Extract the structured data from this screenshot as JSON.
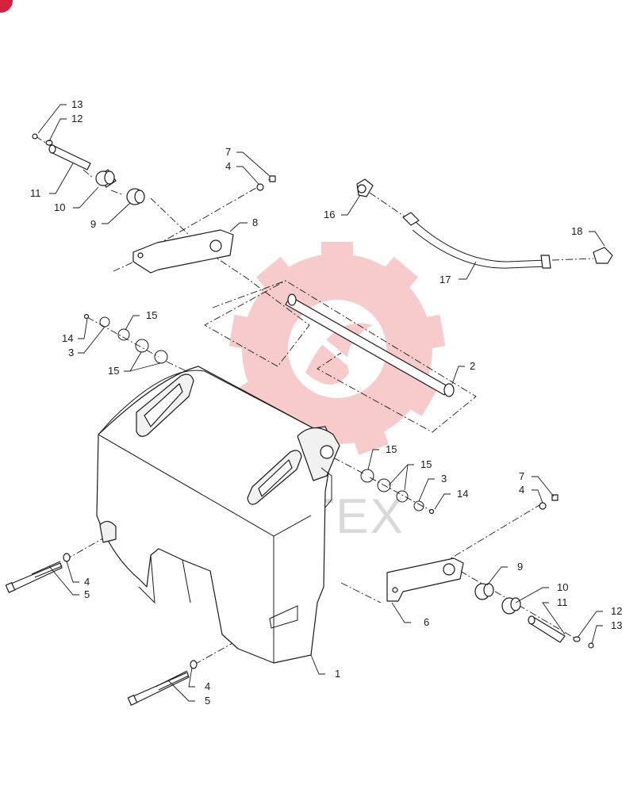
{
  "watermark": {
    "text": "ИНТЕХ",
    "gear_color": "#f6c2c4",
    "text_color": "#d9d9d9"
  },
  "colors": {
    "badge": "#d4213d",
    "line": "#1a1a1a"
  },
  "callouts": [
    {
      "id": "c13a",
      "text": "13"
    },
    {
      "id": "c12a",
      "text": "12"
    },
    {
      "id": "c11a",
      "text": "11"
    },
    {
      "id": "c10a",
      "text": "10"
    },
    {
      "id": "c9a",
      "text": "9"
    },
    {
      "id": "c7a",
      "text": "7"
    },
    {
      "id": "c4a",
      "text": "4"
    },
    {
      "id": "c8",
      "text": "8"
    },
    {
      "id": "c16",
      "text": "16"
    },
    {
      "id": "c18",
      "text": "18"
    },
    {
      "id": "c17",
      "text": "17"
    },
    {
      "id": "c2",
      "text": "2"
    },
    {
      "id": "c14a",
      "text": "14"
    },
    {
      "id": "c3a",
      "text": "3"
    },
    {
      "id": "c15a",
      "text": "15"
    },
    {
      "id": "c15b",
      "text": "15"
    },
    {
      "id": "c15c",
      "text": "15"
    },
    {
      "id": "c15d",
      "text": "15"
    },
    {
      "id": "c3b",
      "text": "3"
    },
    {
      "id": "c14b",
      "text": "14"
    },
    {
      "id": "c7b",
      "text": "7"
    },
    {
      "id": "c4b",
      "text": "4"
    },
    {
      "id": "c9b",
      "text": "9"
    },
    {
      "id": "c10b",
      "text": "10"
    },
    {
      "id": "c11b",
      "text": "11"
    },
    {
      "id": "c12b",
      "text": "12"
    },
    {
      "id": "c13b",
      "text": "13"
    },
    {
      "id": "c6",
      "text": "6"
    },
    {
      "id": "c4c",
      "text": "4"
    },
    {
      "id": "c5a",
      "text": "5"
    },
    {
      "id": "c1",
      "text": "1"
    },
    {
      "id": "c4d",
      "text": "4"
    },
    {
      "id": "c5b",
      "text": "5"
    }
  ]
}
